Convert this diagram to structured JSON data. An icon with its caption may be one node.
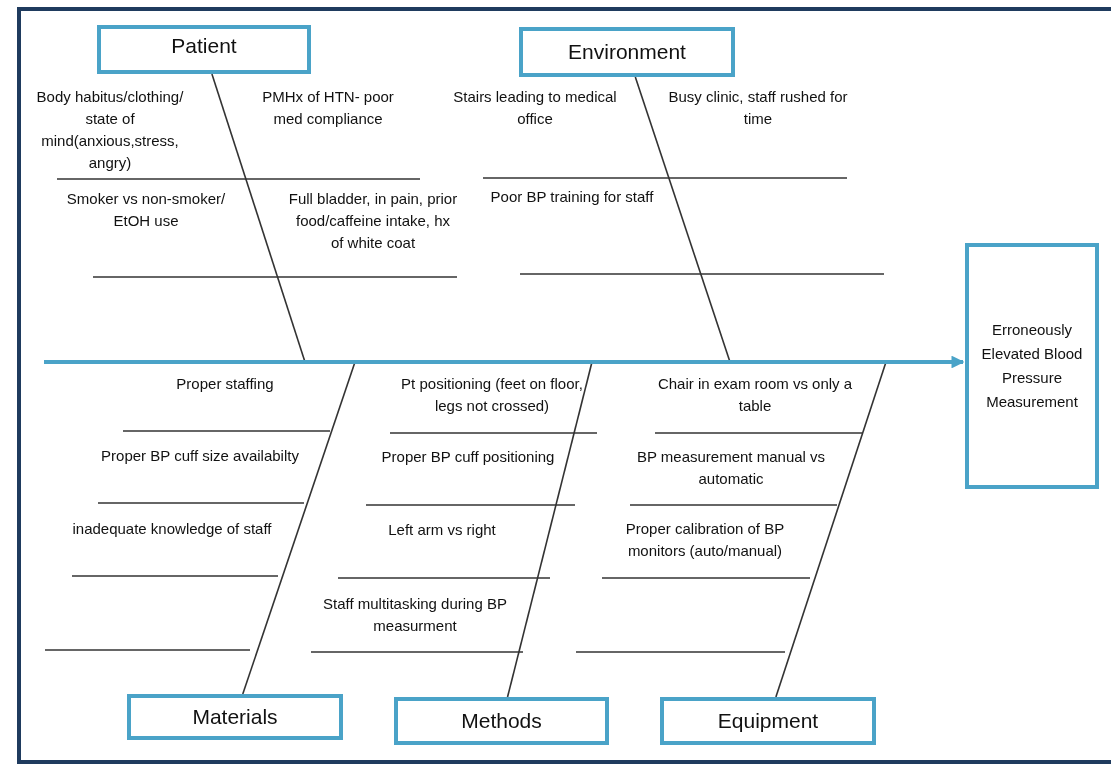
{
  "diagram": {
    "nodes": [
      {
        "text": [
          "Patient"
        ]
      },
      {
        "text": [
          "Environment"
        ]
      },
      {
        "text": [
          "Materials"
        ]
      },
      {
        "text": [
          "Methods"
        ]
      },
      {
        "text": [
          "Equipment"
        ]
      },
      {
        "text": [
          "Erroneously Elevated Blood Pressure Measurement"
        ]
      }
    ],
    "edges": [
      {
        "from": 0,
        "to": null,
        "arrow": "none"
      },
      {
        "from": 1,
        "to": null,
        "arrow": "none"
      },
      {
        "from": 2,
        "to": null,
        "arrow": "none"
      },
      {
        "from": 3,
        "to": null,
        "arrow": "none"
      },
      {
        "from": 4,
        "to": null,
        "arrow": "none"
      },
      {
        "from": null,
        "to": 5,
        "arrow": "to",
        "style": "thick",
        "color": "#4aa3c8"
      }
    ],
    "labels": [
      "Body habitus/clothing/ state of mind(anxious,stress, angry)",
      "PMHx of HTN- poor med compliance",
      "Smoker vs non-smoker/ EtOH use",
      "Full bladder, in pain, prior food/caffeine intake, hx of white coat",
      "Stairs leading to medical office",
      "Busy clinic, staff rushed for time",
      "Poor BP training for staff",
      "Proper staffing",
      "Proper BP cuff size availabilty",
      "inadequate knowledge of staff",
      "Pt positioning (feet on floor, legs not crossed)",
      "Proper BP cuff positioning",
      "Left arm vs right",
      "Staff multitasking during BP measurment",
      "Chair in exam room vs only a table",
      "BP measurement manual vs automatic",
      "Proper calibration of BP monitors (auto/manual)"
    ]
  }
}
